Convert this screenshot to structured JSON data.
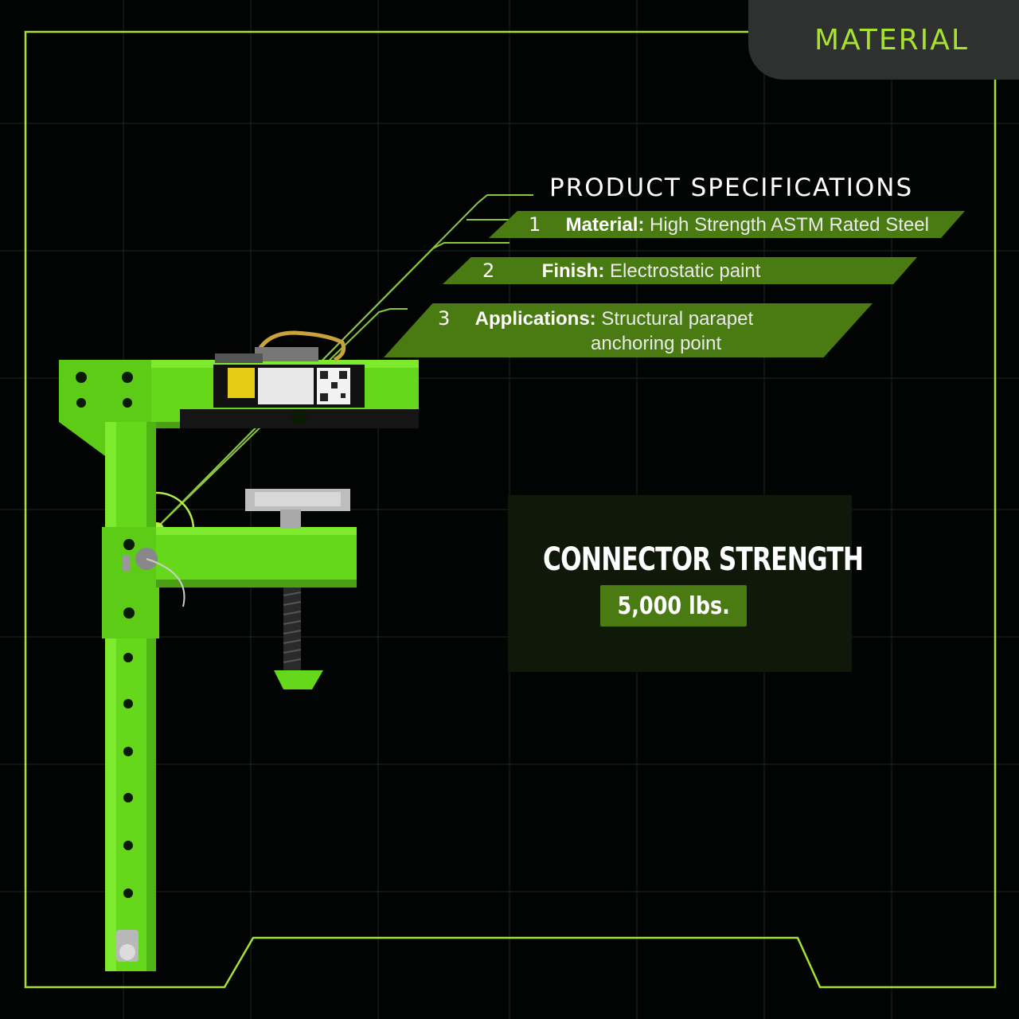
{
  "tab": {
    "label": "MATERIAL"
  },
  "specs": {
    "title": "PRODUCT SPECIFICATIONS",
    "items": [
      {
        "number": "1",
        "key": "Material:",
        "value": "High Strength ASTM Rated Steel"
      },
      {
        "number": "2",
        "key": "Finish:",
        "value": "Electrostatic paint"
      },
      {
        "number": "3",
        "key": "Applications:",
        "value": "Structural parapet",
        "value_line2": "anchoring point"
      }
    ]
  },
  "connector": {
    "title": "CONNECTOR STRENGTH",
    "value": "5,000 lbs."
  },
  "colors": {
    "accent": "#a6e22e",
    "bar": "#4a7a12",
    "product": "#6fe01f",
    "tab": "#2f3130"
  }
}
